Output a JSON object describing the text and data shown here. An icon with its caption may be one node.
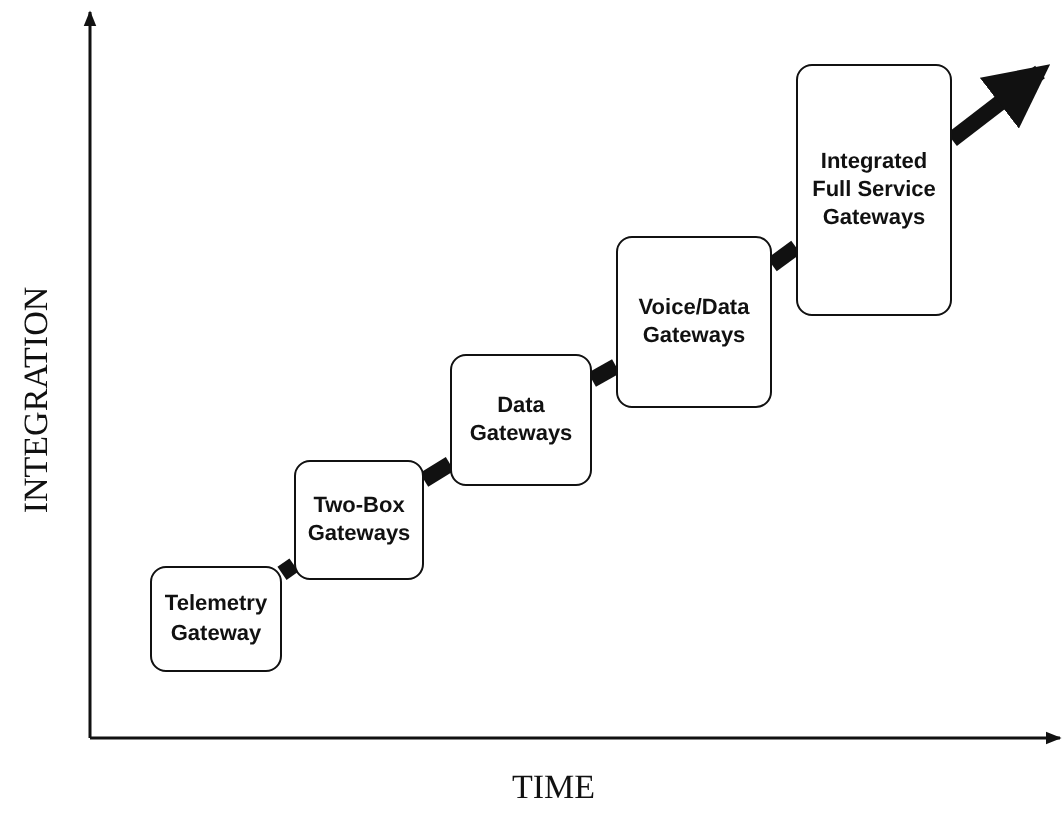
{
  "diagram": {
    "nodes": [
      {
        "text": [
          "Telemetry Gateway"
        ]
      },
      {
        "text": [
          "Two-Box Gateways"
        ]
      },
      {
        "text": [
          "Data Gateways"
        ]
      },
      {
        "text": [
          "Voice/Data Gateways"
        ]
      },
      {
        "text": [
          "Integrated Full Service Gateways"
        ]
      }
    ],
    "edges": [
      {
        "from": 0,
        "to": 1,
        "arrow": "none"
      },
      {
        "from": 1,
        "to": 2,
        "arrow": "none"
      },
      {
        "from": 2,
        "to": 3,
        "arrow": "none"
      },
      {
        "from": 3,
        "to": 4,
        "arrow": "none"
      },
      {
        "from": 4,
        "to": null,
        "arrow": "to"
      }
    ],
    "labels": [
      "INTEGRATION",
      "TIME"
    ]
  }
}
